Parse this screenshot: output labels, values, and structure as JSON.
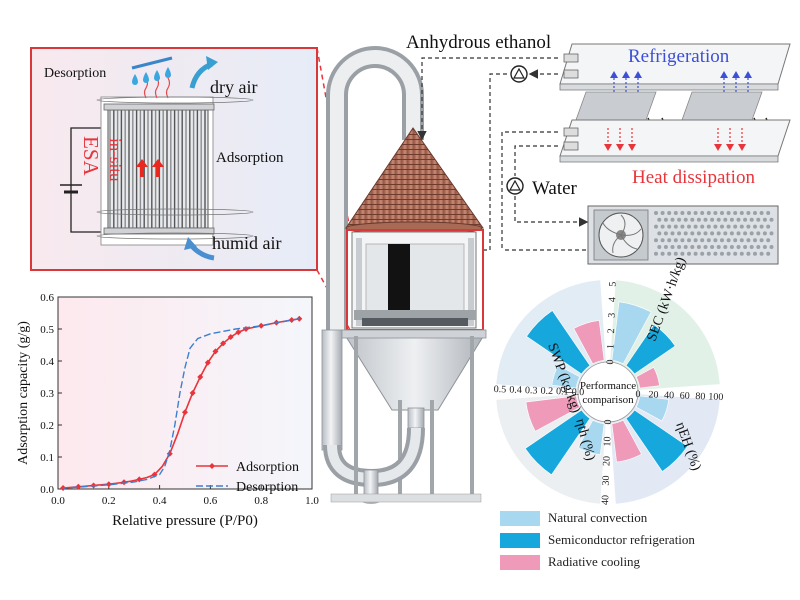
{
  "texts": {
    "desorption": "Desorption",
    "dry_air": "dry air",
    "adsorption": "Adsorption",
    "in_situ": "in-situ",
    "esa": "ESA",
    "humid_air": "humid air",
    "anhydrous_ethanol": "Anhydrous ethanol",
    "refrigeration": "Refrigeration",
    "heat_dissipation": "Heat dissipation",
    "water": "Water",
    "performance": "Performance",
    "comparison": "comparison"
  },
  "colors": {
    "red": "#e8343a",
    "blue": "#3c4fd6",
    "inset_border": "#d8383a",
    "natural": "#a8d8ef",
    "semiconductor": "#16a7dd",
    "radiative": "#ee9ab8"
  },
  "chart_data": [
    {
      "type": "line",
      "xlabel": "Relative pressure (P/P0)",
      "ylabel": "Adsorption capacity (g/g)",
      "xlim": [
        0,
        1.0
      ],
      "ylim": [
        0,
        0.6
      ],
      "xticks": [
        "0.0",
        "0.2",
        "0.4",
        "0.6",
        "0.8",
        "1.0"
      ],
      "yticks": [
        "0.0",
        "0.1",
        "0.2",
        "0.3",
        "0.4",
        "0.5",
        "0.6"
      ],
      "grid": false,
      "legend_position": "bottom-right",
      "series": [
        {
          "name": "Adsorption",
          "color": "#e8343a",
          "x": [
            0.02,
            0.05,
            0.08,
            0.11,
            0.14,
            0.17,
            0.2,
            0.23,
            0.26,
            0.29,
            0.32,
            0.35,
            0.38,
            0.41,
            0.44,
            0.47,
            0.5,
            0.53,
            0.56,
            0.59,
            0.62,
            0.65,
            0.68,
            0.71,
            0.74,
            0.8,
            0.86,
            0.92,
            0.95
          ],
          "y": [
            0.003,
            0.005,
            0.007,
            0.009,
            0.011,
            0.013,
            0.015,
            0.018,
            0.021,
            0.025,
            0.03,
            0.036,
            0.045,
            0.07,
            0.11,
            0.17,
            0.24,
            0.3,
            0.35,
            0.395,
            0.43,
            0.455,
            0.475,
            0.49,
            0.5,
            0.51,
            0.52,
            0.528,
            0.532
          ]
        },
        {
          "name": "Desorption",
          "color": "#3c7fd0",
          "x": [
            0.95,
            0.9,
            0.8,
            0.7,
            0.6,
            0.55,
            0.52,
            0.5,
            0.48,
            0.46,
            0.44,
            0.42,
            0.4,
            0.35,
            0.3,
            0.2,
            0.1,
            0.02
          ],
          "y": [
            0.532,
            0.525,
            0.51,
            0.5,
            0.485,
            0.47,
            0.44,
            0.38,
            0.3,
            0.2,
            0.12,
            0.07,
            0.045,
            0.03,
            0.022,
            0.013,
            0.007,
            0.003
          ]
        }
      ]
    },
    {
      "type": "bar",
      "polar": true,
      "center_labels": [
        "Performance",
        "comparison"
      ],
      "axes": [
        {
          "name": "SEC (kW·h/kg)",
          "ticks": [
            "0",
            "1",
            "2",
            "3",
            "4",
            "5"
          ],
          "max": 5
        },
        {
          "name": "ηEH (%)",
          "ticks": [
            "0",
            "20",
            "40",
            "60",
            "80",
            "100"
          ],
          "max": 100
        },
        {
          "name": "ηth (%)",
          "ticks": [
            "0",
            "10",
            "20",
            "30",
            "40"
          ],
          "max": 40
        },
        {
          "name": "SWP (kg/kg)",
          "ticks": [
            "0.0",
            "0.1",
            "0.2",
            "0.3",
            "0.4",
            "0.5"
          ],
          "max": 0.5
        }
      ],
      "series": [
        {
          "name": "Natural convection",
          "color": "#a8d8ef",
          "values": [
            3.9,
            40,
            17,
            0.17
          ]
        },
        {
          "name": "Semiconductor refrigeration",
          "color": "#16a7dd",
          "values": [
            3.3,
            85,
            36,
            0.44
          ]
        },
        {
          "name": "Radiative cooling",
          "color": "#ee9ab8",
          "values": [
            1.4,
            52,
            27,
            0.27
          ]
        }
      ]
    }
  ]
}
